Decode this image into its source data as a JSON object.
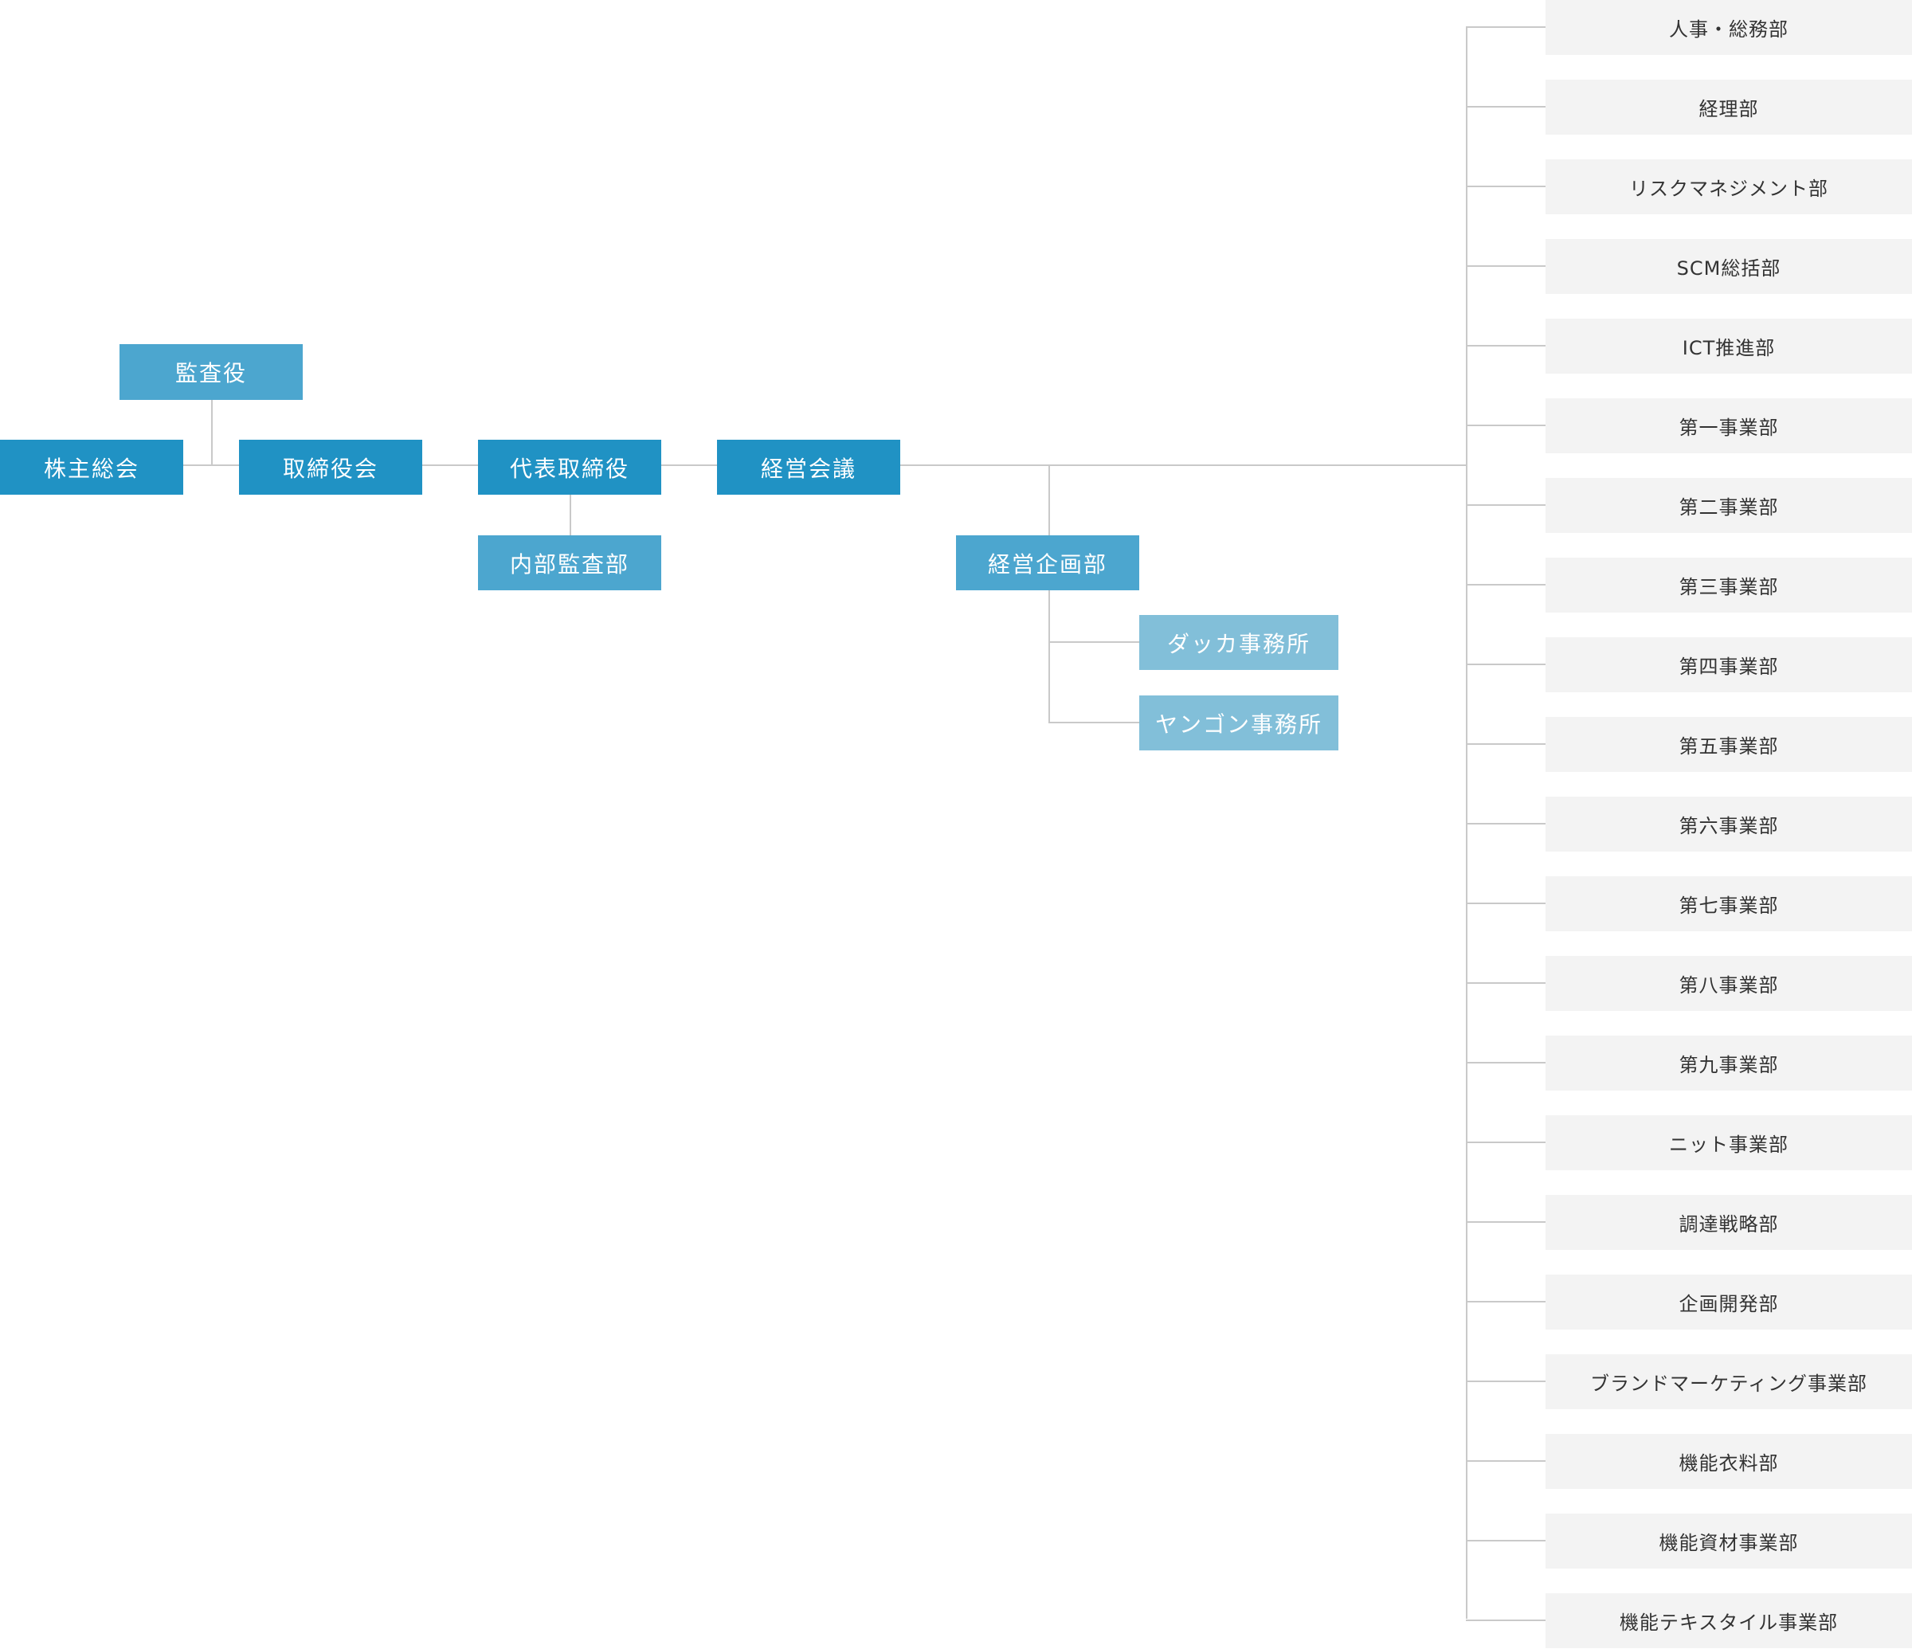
{
  "colors": {
    "primary": "#2092c4",
    "secondary": "#4ca6cf",
    "tertiary": "#82bfd9",
    "dept_bg": "#f3f3f3",
    "line": "#c9c9c9"
  },
  "nodes": {
    "auditor": "監査役",
    "shareholders_meeting": "株主総会",
    "board_of_directors": "取締役会",
    "representative_director": "代表取締役",
    "internal_audit": "内部監査部",
    "management_meeting": "経営会議",
    "corporate_planning": "経営企画部",
    "dhaka_office": "ダッカ事務所",
    "yangon_office": "ヤンゴン事務所"
  },
  "departments": [
    "人事・総務部",
    "経理部",
    "リスクマネジメント部",
    "SCM総括部",
    "ICT推進部",
    "第一事業部",
    "第二事業部",
    "第三事業部",
    "第四事業部",
    "第五事業部",
    "第六事業部",
    "第七事業部",
    "第八事業部",
    "第九事業部",
    "ニット事業部",
    "調達戦略部",
    "企画開発部",
    "ブランドマーケティング事業部",
    "機能衣料部",
    "機能資材事業部",
    "機能テキスタイル事業部"
  ]
}
